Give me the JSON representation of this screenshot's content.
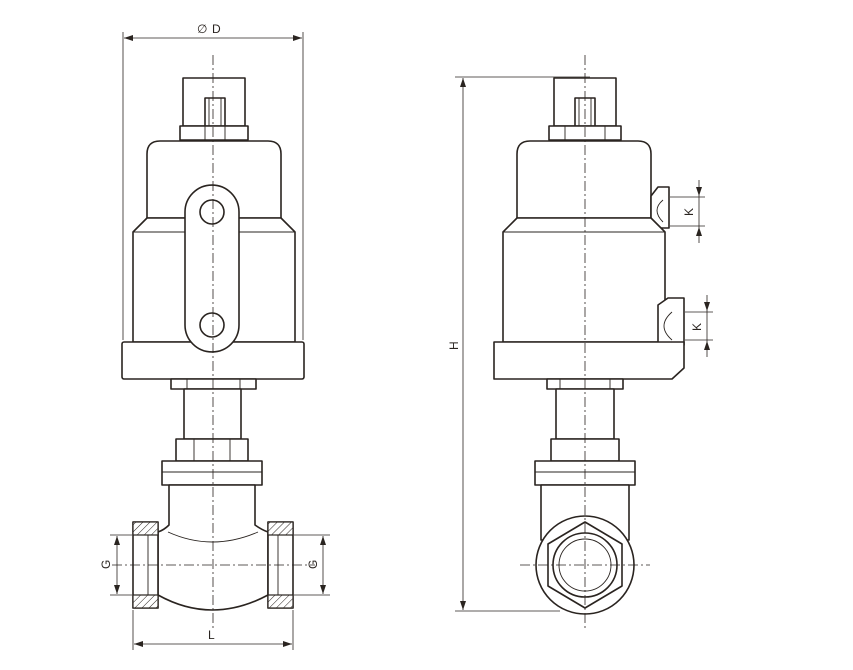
{
  "dimensions": {
    "diameter_symbol": "∅",
    "diameter_label": "D",
    "height_label": "H",
    "length_label": "L",
    "thread_label_left": "G",
    "thread_label_right": "G",
    "port_label_top": "K",
    "port_label_bottom": "K"
  }
}
